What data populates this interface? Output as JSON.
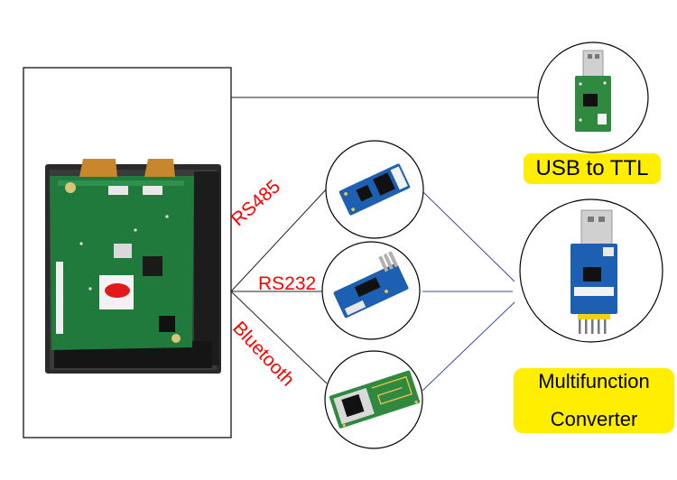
{
  "labels": {
    "usb_to_ttl": "USB to TTL",
    "multifunction_line1": "Multifunction",
    "multifunction_line2": "Converter",
    "rs485": "RS485",
    "rs232": "RS232",
    "bluetooth": "Bluetooth"
  },
  "colors": {
    "label_background": "#ffee00",
    "interface_text": "#ff0000",
    "pcb_green": "#1f7a3c",
    "pcb_blue": "#1d5fb0",
    "connector_line": "#222222",
    "converter_line": "#3b4aa0"
  }
}
